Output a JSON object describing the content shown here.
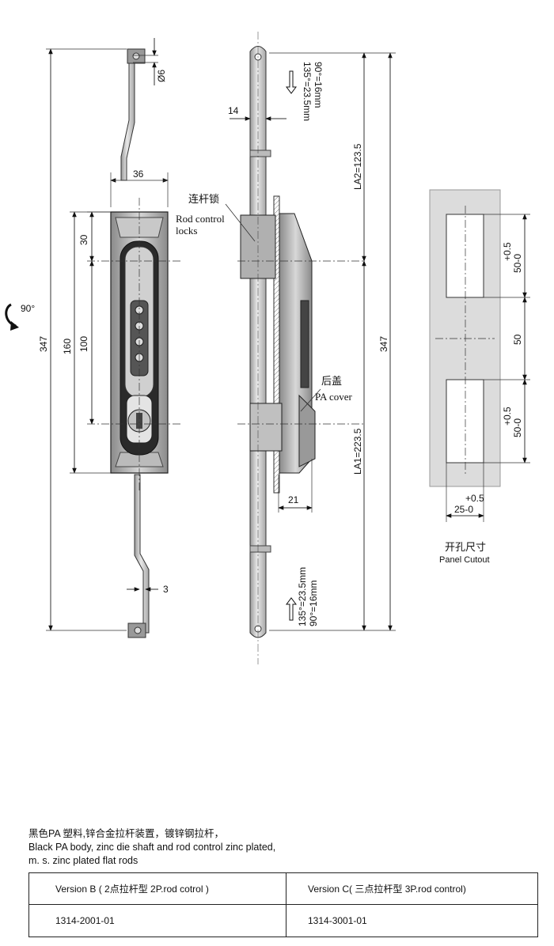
{
  "drawing": {
    "front": {
      "dia_hole": "Ø6",
      "width_36": "36",
      "dim_30": "30",
      "dim_160": "160",
      "dim_100": "100",
      "dim_347": "347",
      "rod_thickness": "3",
      "rotation": "90°"
    },
    "side": {
      "dim_14": "14",
      "stroke_top_90": "90°=16mm",
      "stroke_top_135": "135°=23.5mm",
      "la2": "LA2=123.5",
      "la1": "LA1=223.5",
      "dim_347": "347",
      "dim_21": "21",
      "stroke_bottom_135": "135°=23.5mm",
      "stroke_bottom_90": "90°=16mm",
      "rod_lock_cn": "连杆锁",
      "rod_lock_en1": "Rod control",
      "rod_lock_en2": "locks",
      "cover_cn": "后盖",
      "cover_en": "PA cover"
    },
    "cutout": {
      "tol_top_sup": "+0.5",
      "tol_top_main": "50-0",
      "gap": "50",
      "tol_bot_sup": "+0.5",
      "tol_bot_main": "50-0",
      "width_sup": "+0.5",
      "width_main": "25-0",
      "title_cn": "开孔尺寸",
      "title_en": "Panel Cutout"
    }
  },
  "notes": {
    "line_cn": "黑色PA 塑料,锌合金拉杆装置，镀锌钢拉杆，",
    "line_en1": "Black PA body,  zinc die shaft and rod control zinc plated,",
    "line_en2": "m. s. zinc plated flat rods"
  },
  "versions": {
    "b_label": "Version B ( 2点拉杆型 2P.rod cotrol )",
    "c_label": "Version C( 三点拉杆型 3P.rod control)",
    "b_code": "1314-2001-01",
    "c_code": "1314-3001-01"
  }
}
